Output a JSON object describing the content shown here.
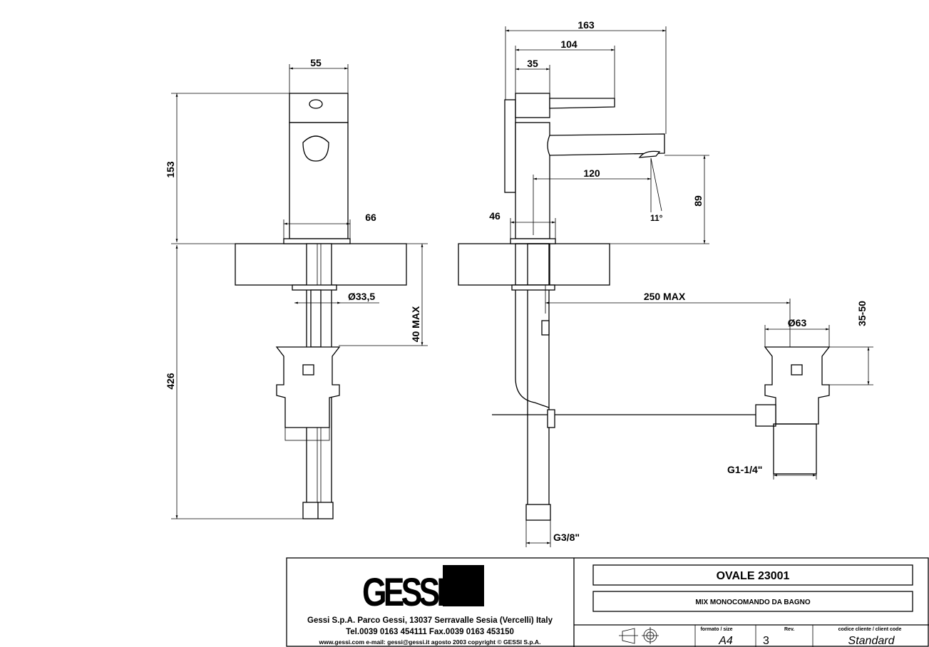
{
  "dimensions": {
    "front_width": "55",
    "front_height": "153",
    "total_height": "426",
    "base_width": "66",
    "hole_diameter": "Ø33,5",
    "counter_max": "40 MAX",
    "overall_length": "163",
    "lever_length": "104",
    "body_depth": "35",
    "spout_reach": "120",
    "spout_height": "89",
    "spout_angle": "11°",
    "base_depth": "46",
    "rod_max": "250 MAX",
    "waste_diameter": "Ø63",
    "waste_range": "35-50",
    "waste_thread": "G1-1/4\"",
    "hose_thread": "G3/8\""
  },
  "title_block": {
    "logo": "GESSI",
    "address": "Gessi S.p.A. Parco Gessi, 13037 Serravalle Sesia (Vercelli) Italy",
    "phone": "Tel.0039 0163 454111 Fax.0039 0163 453150",
    "footer": "www.gessi.com e-mail: gessi@gessi.it agosto 2003 copyright © GESSI S.p.A.",
    "model": "OVALE 23001",
    "description": "MIX MONOCOMANDO DA BAGNO",
    "format_label": "formato / size",
    "format_value": "A4",
    "rev_label": "Rev.",
    "rev_value": "3",
    "code_label": "codice cliente / client code",
    "code_value": "Standard"
  }
}
